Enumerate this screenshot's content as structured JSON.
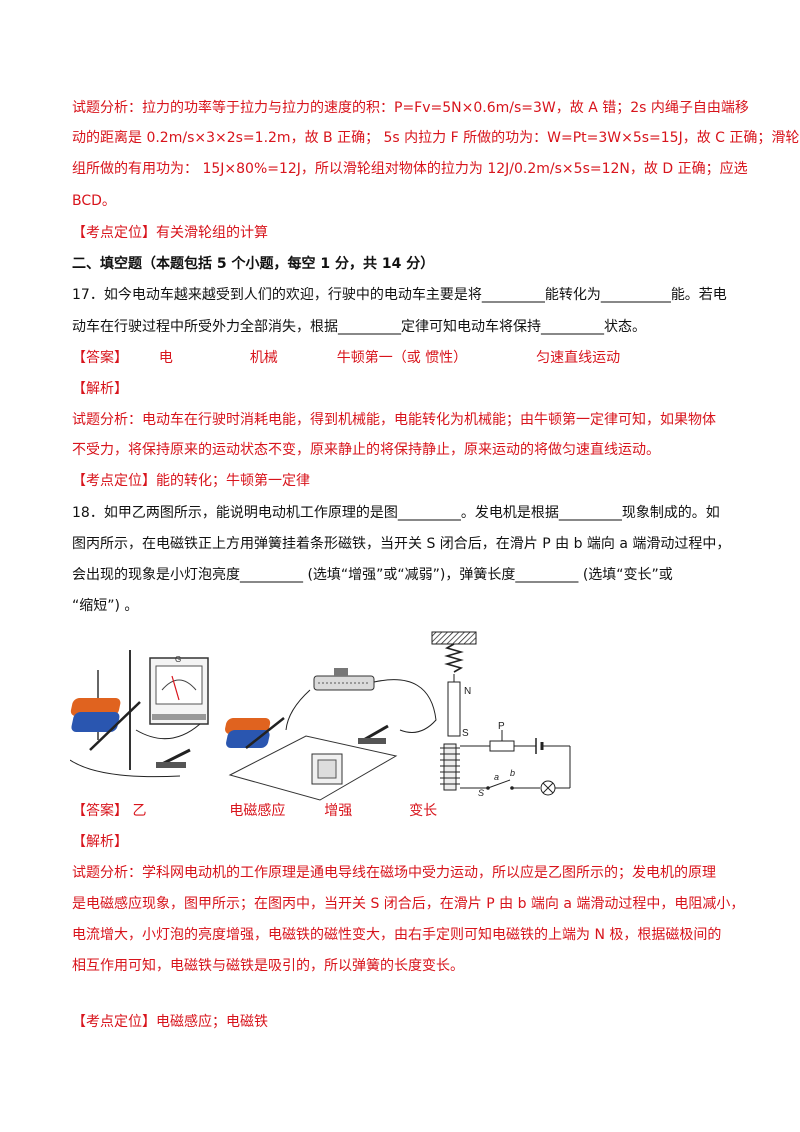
{
  "q16_analysis": {
    "line1": "试题分析：拉力的功率等于拉力与拉力的速度的积：P=Fv=5N×0.6m/s=3W，故 A 错；2s 内绳子自由端移",
    "line2": "动的距离是 0.2m/s×3×2s=1.2m，故 B 正确； 5s 内拉力 F 所做的功为：W=Pt=3W×5s=15J，故 C 正确；滑轮",
    "line3": "组所做的有用功为： 15J×80%=12J，所以滑轮组对物体的拉力为 12J/0.2m/s×5s=12N，故 D 正确；应选",
    "line4": "BCD。"
  },
  "q16_point": "【考点定位】有关滑轮组的计算",
  "section_title": "二、填空题（本题包括 5 个小题，每空 1 分，共 14 分）",
  "q17": {
    "line1": "17．如今电动车越来越受到人们的欢迎，行驶中的电动车主要是将_________能转化为__________能。若电",
    "line2": "动车在行驶过程中所受外力全部消失，根据_________定律可知电动车将保持_________状态。",
    "answer_label": "【答案】",
    "answers": [
      "电",
      "机械",
      "牛顿第一（或 惯性）",
      "匀速直线运动"
    ],
    "analysis_label": "【解析】",
    "analysis1": "试题分析：电动车在行驶时消耗电能，得到机械能，电能转化为机械能；由牛顿第一定律可知，如果物体",
    "analysis2": "不受力，将保持原来的运动状态不变，原来静止的将保持静止，原来运动的将做匀速直线运动。",
    "point": "【考点定位】能的转化；牛顿第一定律"
  },
  "q18": {
    "line1": "18．如甲乙两图所示，能说明电动机工作原理的是图_________。发电机是根据_________现象制成的。如",
    "line2": "图丙所示，在电磁铁正上方用弹簧挂着条形磁铁，当开关 S 闭合后，在滑片 P 由 b 端向 a 端滑动过程中，",
    "line3": "会出现的现象是小灯泡亮度_________ (选填“增强”或“减弱”)，弹簧长度_________ (选填“变长”或",
    "line4": "“缩短”) 。",
    "answer_label": "【答案】",
    "answers": [
      "乙",
      "电磁感应",
      "增强",
      "变长"
    ],
    "analysis_label": "【解析】",
    "analysis1": "试题分析：学科网电动机的工作原理是通电导线在磁场中受力运动，所以应是乙图所示的；发电机的原理",
    "analysis2": "是电磁感应现象，图甲所示；在图丙中，当开关 S 闭合后，在滑片 P 由 b 端向 a 端滑动过程中，电阻减小，",
    "analysis3": "电流增大，小灯泡的亮度增强，电磁铁的磁性变大，由右手定则可知电磁铁的上端为 N 极，根据磁极间的",
    "analysis4": "相互作用可知，电磁铁与磁铁是吸引的，所以弹簧的长度变长。",
    "point": "【考点定位】电磁感应；电磁铁"
  },
  "figure_labels": {
    "meter": "G",
    "n_pole": "N",
    "s_pole": "S",
    "slider": "P",
    "end_a": "a",
    "end_b": "b",
    "switch": "S"
  }
}
